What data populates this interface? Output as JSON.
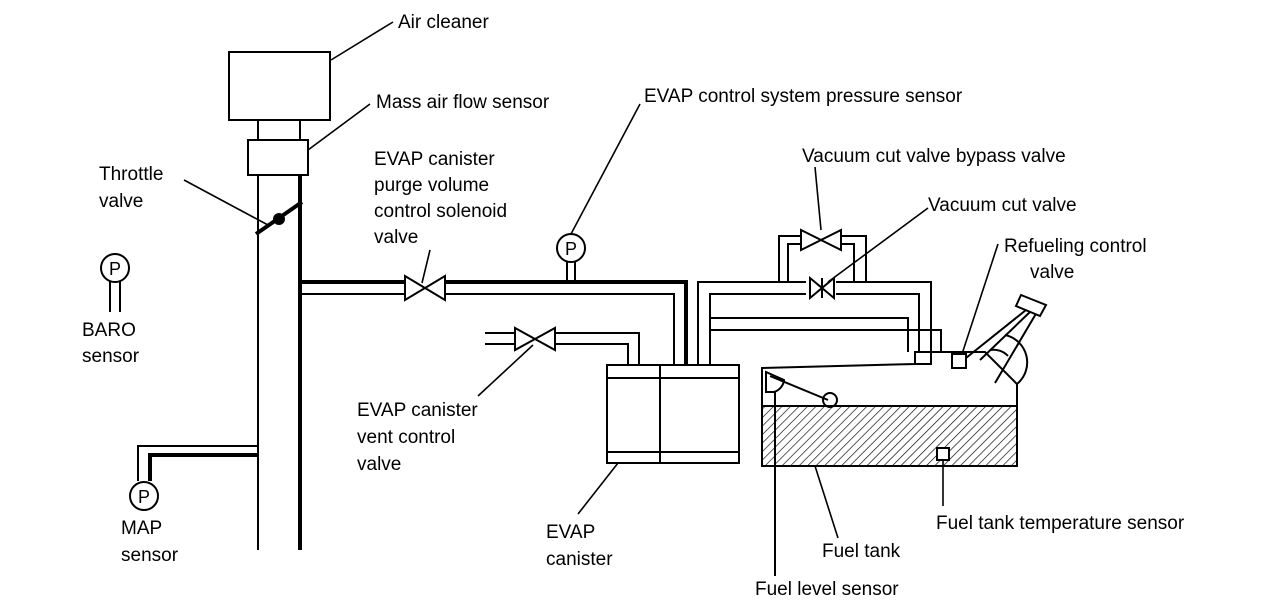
{
  "labels": {
    "air_cleaner": "Air cleaner",
    "maf_sensor": "Mass air flow sensor",
    "throttle_valve": [
      "Throttle",
      "valve"
    ],
    "baro_sensor": [
      "BARO",
      "sensor"
    ],
    "map_sensor": [
      "MAP",
      "sensor"
    ],
    "purge_solenoid": [
      "EVAP canister",
      "purge volume",
      "control solenoid",
      "valve"
    ],
    "evap_pressure_sensor": "EVAP control system pressure sensor",
    "vacuum_cut_bypass": "Vacuum cut valve bypass valve",
    "vacuum_cut_valve": "Vacuum cut valve",
    "refueling_control": [
      "Refueling control",
      "valve"
    ],
    "vent_control": [
      "EVAP canister",
      "vent control",
      "valve"
    ],
    "evap_canister": [
      "EVAP",
      "canister"
    ],
    "fuel_tank_temp": "Fuel tank temperature sensor",
    "fuel_tank": "Fuel tank",
    "fuel_level": "Fuel level sensor"
  },
  "symbols": {
    "pressure_sensor_letter": "P"
  }
}
